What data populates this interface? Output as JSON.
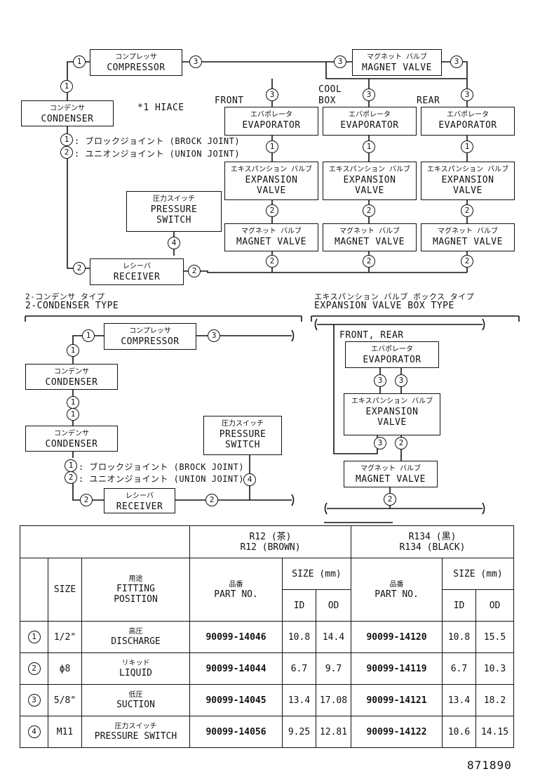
{
  "diagram": {
    "c1": "1",
    "c2": "2",
    "c3": "3",
    "c4": "4",
    "compressor": {
      "jp": "コンプレッサ",
      "en": "COMPRESSOR"
    },
    "condenser": {
      "jp": "コンデンサ",
      "en": "CONDENSER"
    },
    "receiver": {
      "jp": "レシーバ",
      "en": "RECEIVER"
    },
    "pressure_switch": {
      "jp": "圧力スイッチ",
      "en1": "PRESSURE",
      "en2": "SWITCH"
    },
    "evaporator": {
      "jp": "エバポレータ",
      "en": "EVAPORATOR"
    },
    "expansion_valve": {
      "jp": "エキスパンション バルブ",
      "en1": "EXPANSION",
      "en2": "VALVE"
    },
    "magnet_valve": {
      "jp": "マグネット バルブ",
      "en": "MAGNET VALVE"
    },
    "hiace_note": "*1 HIACE",
    "front": "FRONT",
    "cool": "COOL",
    "box": "BOX",
    "rear": "REAR",
    "front_rear": "FRONT, REAR",
    "legend_1": ": ブロックジョイント (BROCK JOINT)",
    "legend_2": ": ユニオンジョイント (UNION JOINT)",
    "two_cond_jp": "2-コンデンサ タイプ",
    "two_cond_en": "2-CONDENSER TYPE",
    "evb_jp": "エキスパンション バルブ ボックス タイプ",
    "evb_en": "EXPANSION VALVE BOX TYPE"
  },
  "table": {
    "r12_jp": "R12 (茶)",
    "r12_en": "R12 (BROWN)",
    "r134_jp": "R134 (黒)",
    "r134_en": "R134 (BLACK)",
    "size": "SIZE",
    "fitting_jp": "用途",
    "fitting_en1": "FITTING",
    "fitting_en2": "POSITION",
    "partno_jp": "品番",
    "partno_en": "PART NO.",
    "size_mm": "SIZE (mm)",
    "id": "ID",
    "od": "OD",
    "rows": [
      {
        "no": "1",
        "size": "1/2\"",
        "jp": "高圧",
        "en": "DISCHARGE",
        "r12_pn": "90099-14046",
        "r12_id": "10.8",
        "r12_od": "14.4",
        "r134_pn": "90099-14120",
        "r134_id": "10.8",
        "r134_od": "15.5"
      },
      {
        "no": "2",
        "size": "ϕ8",
        "jp": "リキッド",
        "en": "LIQUID",
        "r12_pn": "90099-14044",
        "r12_id": "6.7",
        "r12_od": "9.7",
        "r134_pn": "90099-14119",
        "r134_id": "6.7",
        "r134_od": "10.3"
      },
      {
        "no": "3",
        "size": "5/8\"",
        "jp": "低圧",
        "en": "SUCTION",
        "r12_pn": "90099-14045",
        "r12_id": "13.4",
        "r12_od": "17.08",
        "r134_pn": "90099-14121",
        "r134_id": "13.4",
        "r134_od": "18.2"
      },
      {
        "no": "4",
        "size": "M11",
        "jp": "圧力スイッチ",
        "en": "PRESSURE SWITCH",
        "r12_pn": "90099-14056",
        "r12_id": "9.25",
        "r12_od": "12.81",
        "r134_pn": "90099-14122",
        "r134_id": "10.6",
        "r134_od": "14.15"
      }
    ]
  },
  "doc_number": "871890"
}
